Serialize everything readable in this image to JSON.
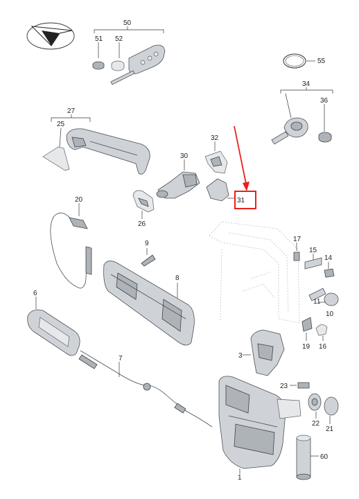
{
  "callouts": {
    "p1": "1",
    "p3": "3",
    "p6": "6",
    "p7": "7",
    "p8": "8",
    "p9": "9",
    "p10": "10",
    "p11": "11",
    "p14": "14",
    "p15": "15",
    "p16": "16",
    "p17": "17",
    "p19": "19",
    "p20": "20",
    "p21": "21",
    "p22": "22",
    "p23": "23",
    "p25": "25",
    "p26": "26",
    "p27": "27",
    "p30": "30",
    "p31": "31",
    "p32": "32",
    "p34": "34",
    "p36": "36",
    "p50": "50",
    "p51": "51",
    "p52": "52",
    "p55": "55",
    "p60": "60"
  },
  "highlight": {
    "target": "31",
    "color": "#e8201a"
  },
  "icons": {
    "compass": "direction-arrow-icon"
  }
}
